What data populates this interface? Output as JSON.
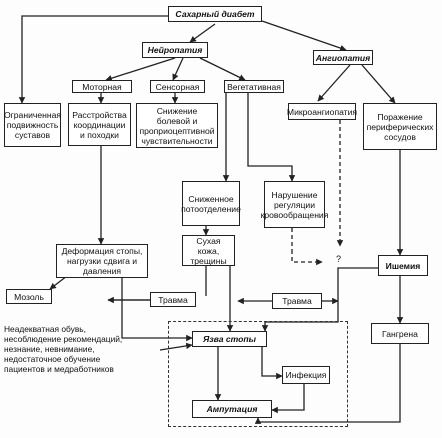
{
  "nodes": {
    "diabetes": "Сахарный диабет",
    "neuropathy": "Нейропатия",
    "angiopathy": "Ангиопатия",
    "limited_mobility": "Ограниченная подвижность суставов",
    "motor": "Моторная",
    "sensory": "Сенсорная",
    "vegetative": "Вегетативная",
    "coordination": "Расстройства координации и походки",
    "reduced_pain": "Снижение болевой и проприоцептивной чувствительности",
    "microangiopathy": "Микроангиопатия",
    "peripheral": "Поражение периферических сосудов",
    "reduced_sweat": "Сниженное потоотделение",
    "blood_regulation": "Нарушение регуляции кровообращения",
    "dry_skin": "Сухая кожа, трещины",
    "deformation": "Деформация стопы, нагрузки сдвига и давления",
    "ischemia": "Ишемия",
    "callus": "Мозоль",
    "trauma_left": "Травма",
    "trauma_right": "Травма",
    "ulcer": "Язва стопы",
    "gangrene": "Гангрена",
    "infection": "Инфекция",
    "amputation": "Ампутация"
  },
  "factors": [
    "Неадекватная обувь,",
    "несоблюдение рекомендаций,",
    "незнание, невнимание,",
    "недостаточное обучение",
    "пациентов и медработников"
  ],
  "question_mark": "?"
}
